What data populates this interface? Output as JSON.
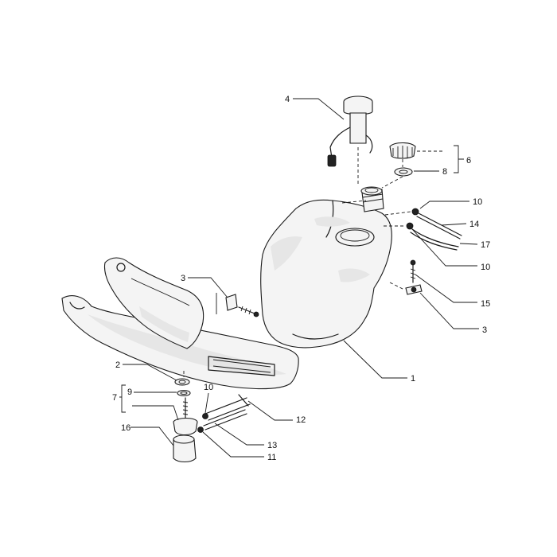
{
  "diagram": {
    "callouts": {
      "c1": "1",
      "c2": "2",
      "c3a": "3",
      "c3b": "3",
      "c4": "4",
      "c6": "6",
      "c7": "7",
      "c8": "8",
      "c9": "9",
      "c10a": "10",
      "c10b": "10",
      "c10c": "10",
      "c11": "11",
      "c12": "12",
      "c13": "13",
      "c14": "14",
      "c15": "15",
      "c16": "16",
      "c17": "17"
    }
  }
}
